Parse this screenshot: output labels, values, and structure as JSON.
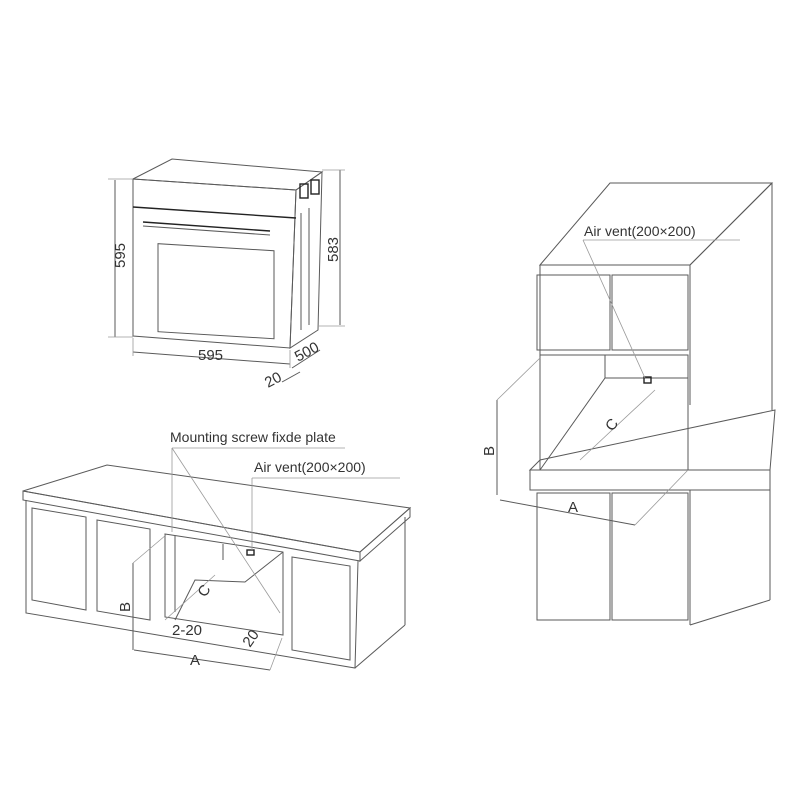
{
  "oven": {
    "height_label": "595",
    "depth_height_label": "583",
    "width_label": "595",
    "depth_label": "500",
    "front_label": "20"
  },
  "under_counter": {
    "screw_label": "Mounting screw fixde plate",
    "vent_label": "Air vent(200×200)",
    "a_label": "A",
    "b_label": "B",
    "c_label": "C",
    "gap_label": "2-20",
    "side_label": "20"
  },
  "tall_unit": {
    "vent_label": "Air vent(200×200)",
    "a_label": "A",
    "b_label": "B",
    "c_label": "C"
  }
}
